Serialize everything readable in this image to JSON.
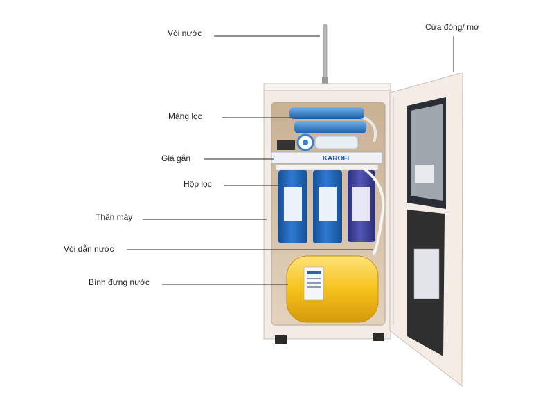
{
  "labels": {
    "voi_nuoc": "Vòi nước",
    "cua_dong_mo": "Cửa đóng/ mở",
    "mang_loc": "Màng lọc",
    "gia_gan": "Giá gắn",
    "hop_loc": "Hộp lọc",
    "than_may": "Thân máy",
    "voi_dan_nuoc": "Vòi dẫn nước",
    "binh_dung_nuoc": "Bình đựng nước"
  },
  "brand": "KAROFI",
  "colors": {
    "cabinet": "#f3ece6",
    "cabinet_inner": "#d9c4aa",
    "filter_blue": "#1f64b8",
    "filter_purple": "#3b3f9a",
    "tank_yellow": "#f6c21c",
    "leader_line": "#222222"
  }
}
